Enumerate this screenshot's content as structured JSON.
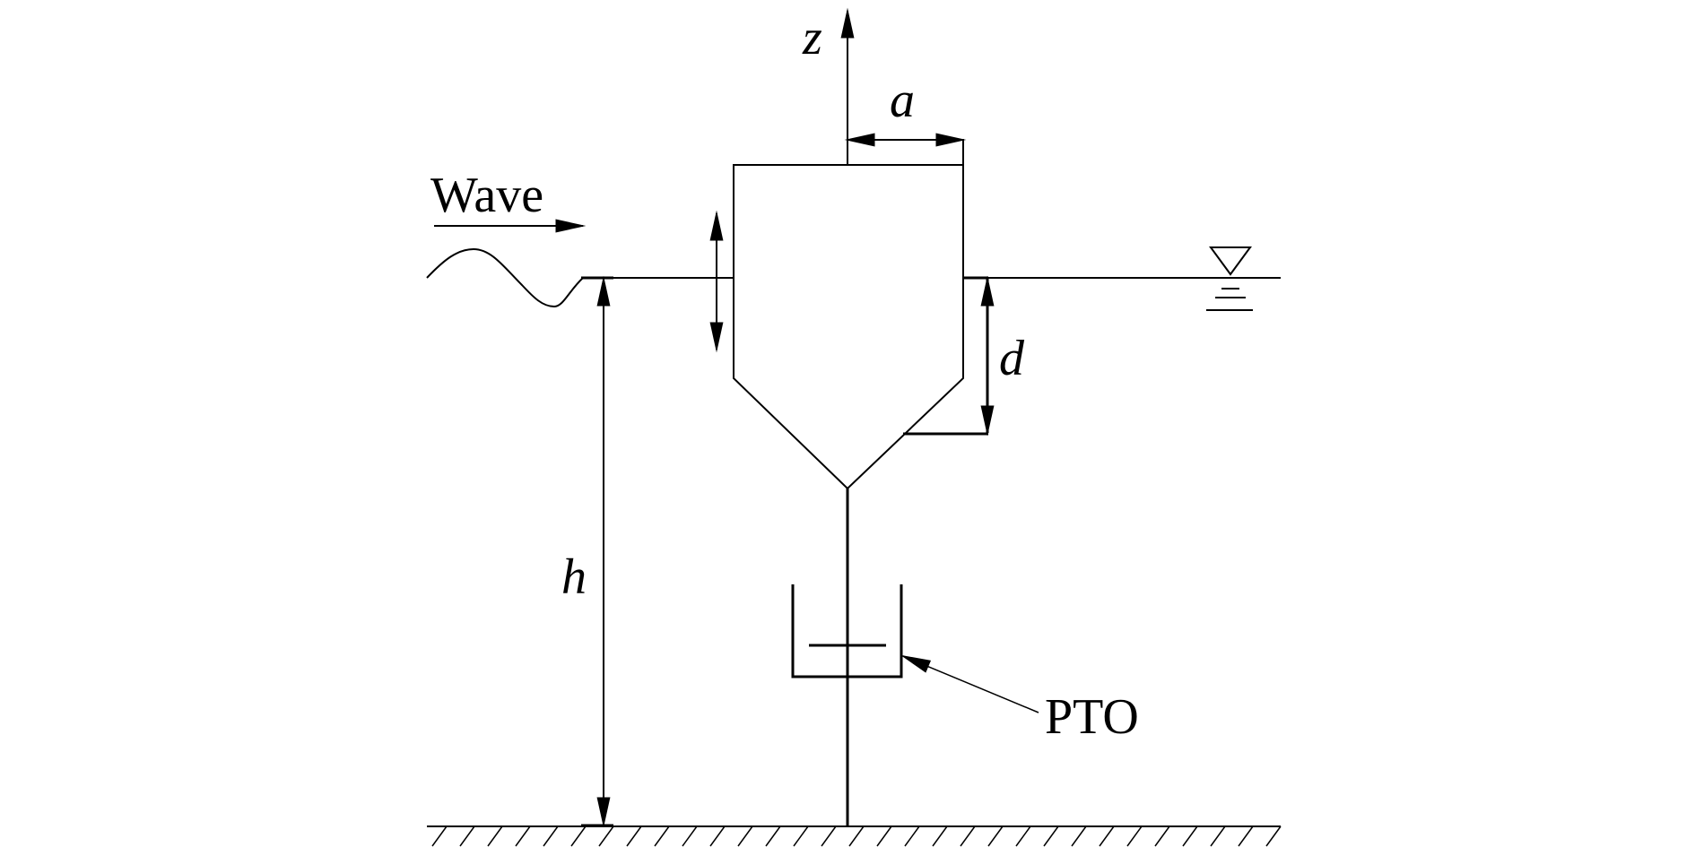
{
  "labels": {
    "wave": "Wave",
    "z_axis": "z",
    "a": "a",
    "d": "d",
    "h": "h",
    "pto": "PTO"
  },
  "colors": {
    "stroke": "#000000",
    "background": "#ffffff"
  }
}
